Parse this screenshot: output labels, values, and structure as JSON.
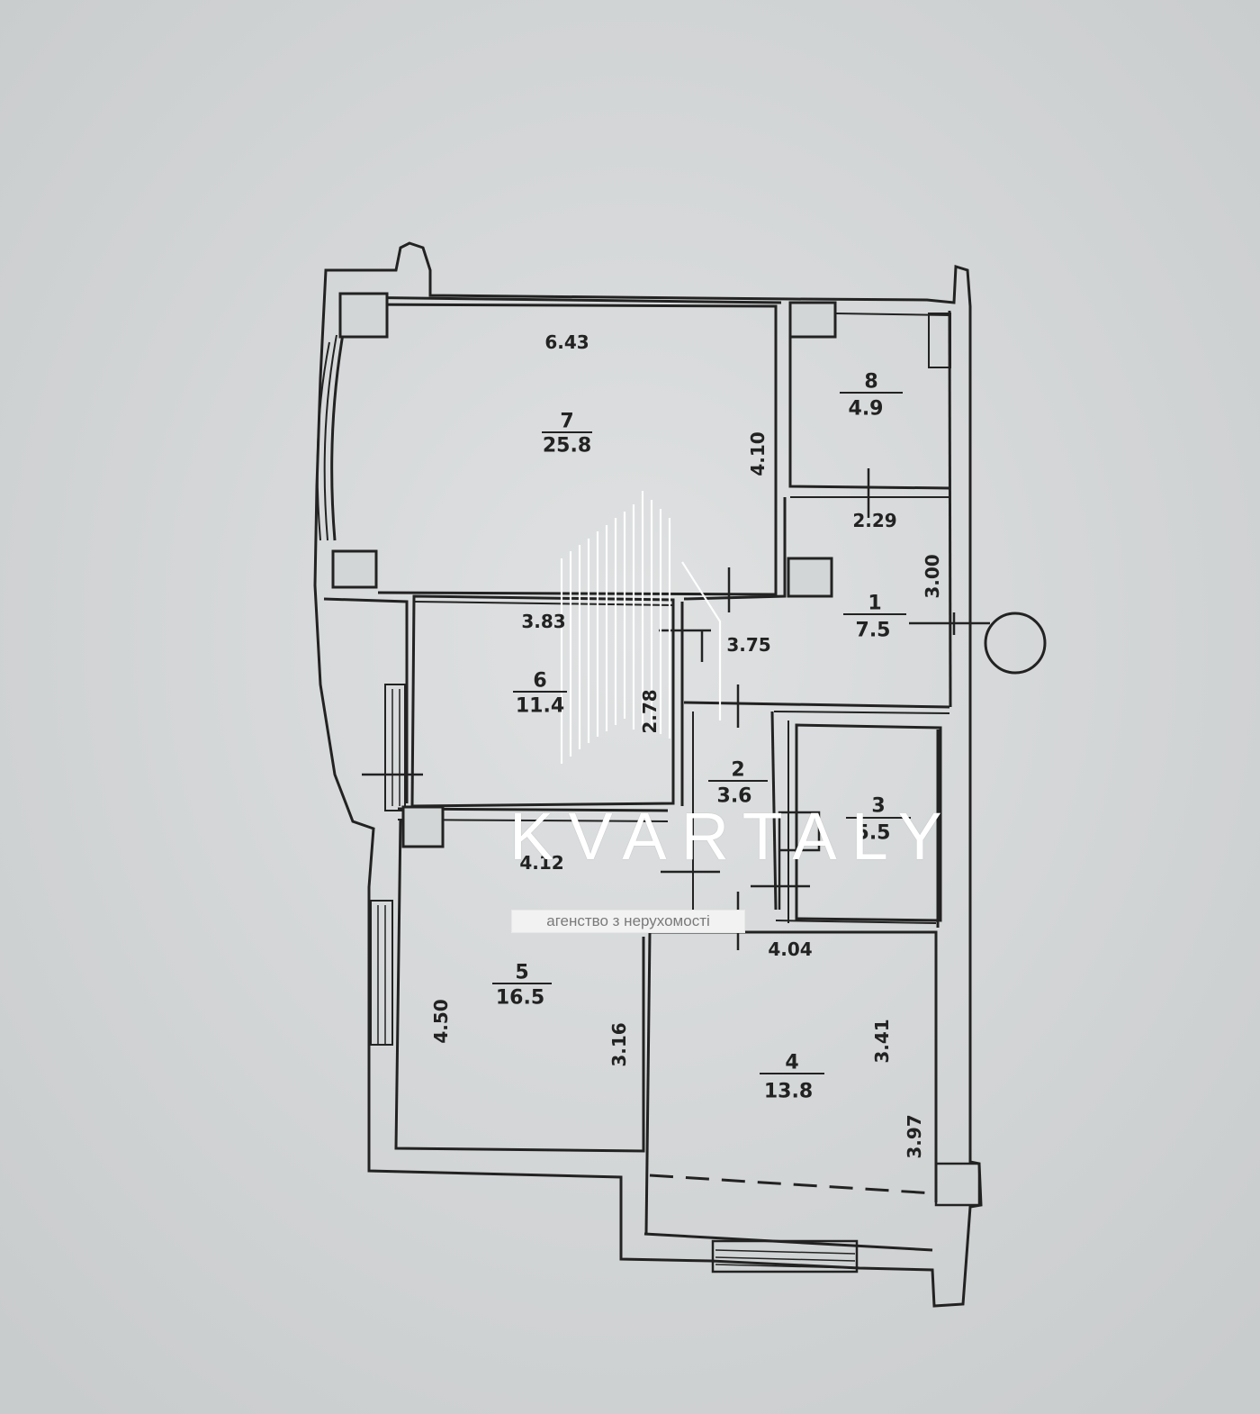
{
  "plan": {
    "rooms": [
      {
        "number": "1",
        "area": "7.5"
      },
      {
        "number": "2",
        "area": "3.6"
      },
      {
        "number": "3",
        "area": "5.5"
      },
      {
        "number": "4",
        "area": "13.8"
      },
      {
        "number": "5",
        "area": "16.5"
      },
      {
        "number": "6",
        "area": "11.4"
      },
      {
        "number": "7",
        "area": "25.8"
      },
      {
        "number": "8",
        "area": "4.9"
      }
    ],
    "dimensions": {
      "d_643": "6.43",
      "d_410": "4.10",
      "d_229": "2.29",
      "d_300": "3.00",
      "d_383": "3.83",
      "d_375": "3.75",
      "d_412": "4.12",
      "d_404": "4.04",
      "d_450": "4.50",
      "d_316": "3.16",
      "d_341": "3.41",
      "d_397": "3.97",
      "d_2x": "2.78"
    }
  },
  "watermark": {
    "brand": "KVARTALY",
    "tagline": "агенство з нерухомості",
    "color": "#ffffff"
  },
  "colors": {
    "paper": "#d6d8d9",
    "ink": "#222222"
  }
}
